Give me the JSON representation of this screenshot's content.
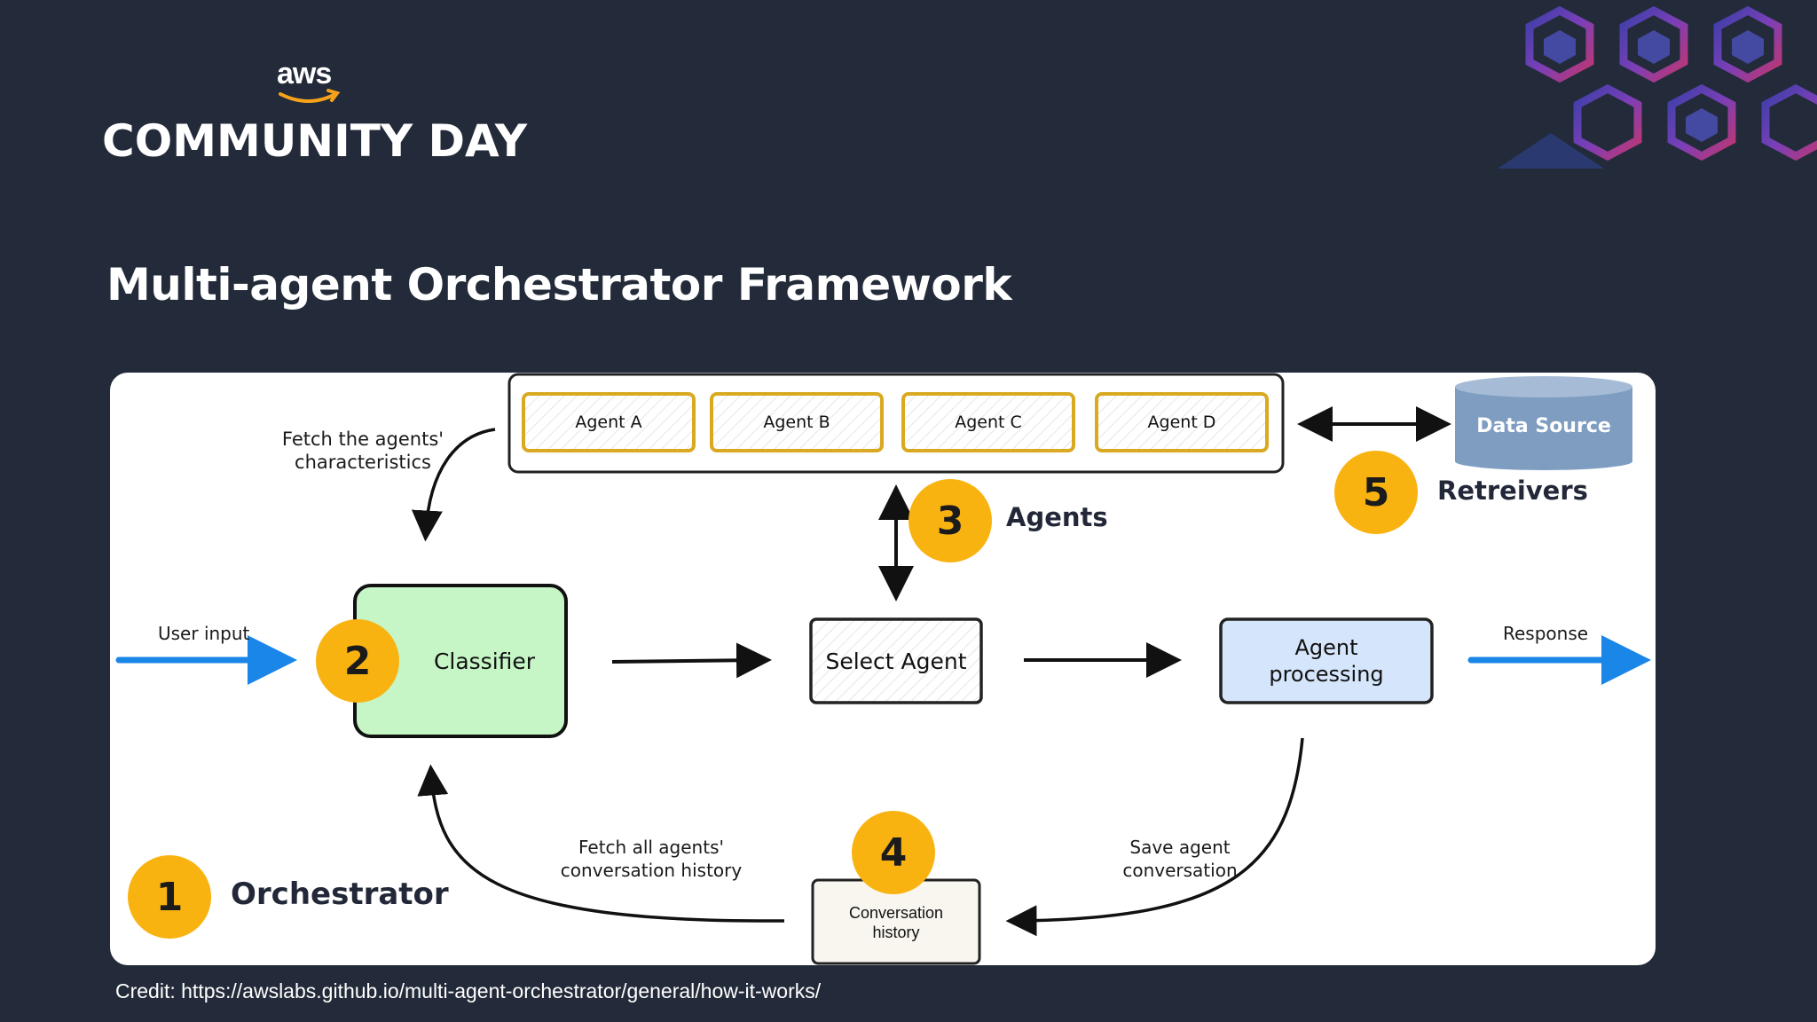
{
  "header": {
    "aws_logo": "aws",
    "event": "COMMUNITY DAY"
  },
  "slide": {
    "title": "Multi-agent Orchestrator Framework",
    "credit": "Credit: https://awslabs.github.io/multi-agent-orchestrator/general/how-it-works/"
  },
  "diagram": {
    "agents": [
      "Agent A",
      "Agent B",
      "Agent C",
      "Agent D"
    ],
    "data_source": "Data Source",
    "fetch_characteristics": [
      "Fetch the agents'",
      "characteristics"
    ],
    "user_input": "User input",
    "classifier": "Classifier",
    "select_agent": "Select Agent",
    "agent_processing": [
      "Agent",
      "processing"
    ],
    "response": "Response",
    "fetch_history": [
      "Fetch all agents'",
      "conversation history"
    ],
    "save_conversation": [
      "Save agent",
      "conversation"
    ],
    "conversation_history": [
      "Conversation",
      "history"
    ],
    "badges": [
      {
        "number": "1",
        "label": "Orchestrator"
      },
      {
        "number": "2",
        "label": ""
      },
      {
        "number": "3",
        "label": "Agents"
      },
      {
        "number": "4",
        "label": ""
      },
      {
        "number": "5",
        "label": "Retreivers"
      }
    ],
    "colors": {
      "badge": "#f9b311",
      "classifier_fill": "#c6f5c6",
      "agent_processing_fill": "#d5e5fb",
      "agent_border": "#d9a921",
      "blue_arrow": "#1a86e8",
      "data_source": "#7f9dc1"
    }
  }
}
